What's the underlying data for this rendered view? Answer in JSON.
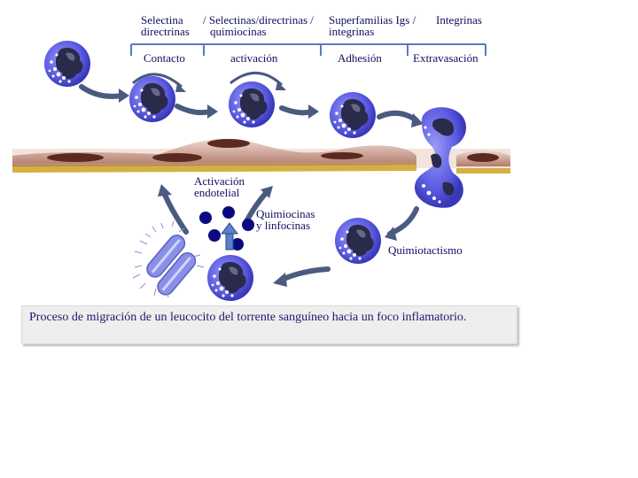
{
  "molecules": [
    {
      "line1": "Selectina",
      "line2": "directrinas"
    },
    {
      "line1": "/ Selectinas/directrinas /",
      "line2": "quimiocinas"
    },
    {
      "line1": "Superfamilias Igs /",
      "line2": "integrinas"
    },
    {
      "line1": "Integrinas",
      "line2": ""
    }
  ],
  "stages": [
    "Contacto",
    "activación",
    "Adhesión",
    "Extravasación"
  ],
  "labels": {
    "activacion_1": "Activación",
    "activacion_2": "endotelial",
    "quimiocinas_1": "Quimiocinas",
    "quimiocinas_2": "y  linfocinas",
    "quimiotactismo": "Quimiotactismo"
  },
  "caption": "Proceso de migración de un leucocito del torrente sanguíneo hacia un foco inflamatorio.",
  "colors": {
    "cell_fill": "#6a6ae8",
    "cell_nucleus": "#2a2a4a",
    "endothelium": "#b07a6a",
    "basement": "#d4b040",
    "arrow": "#4a5a80",
    "chemokine": "#0a0a80",
    "bracket": "#5a7abf"
  }
}
